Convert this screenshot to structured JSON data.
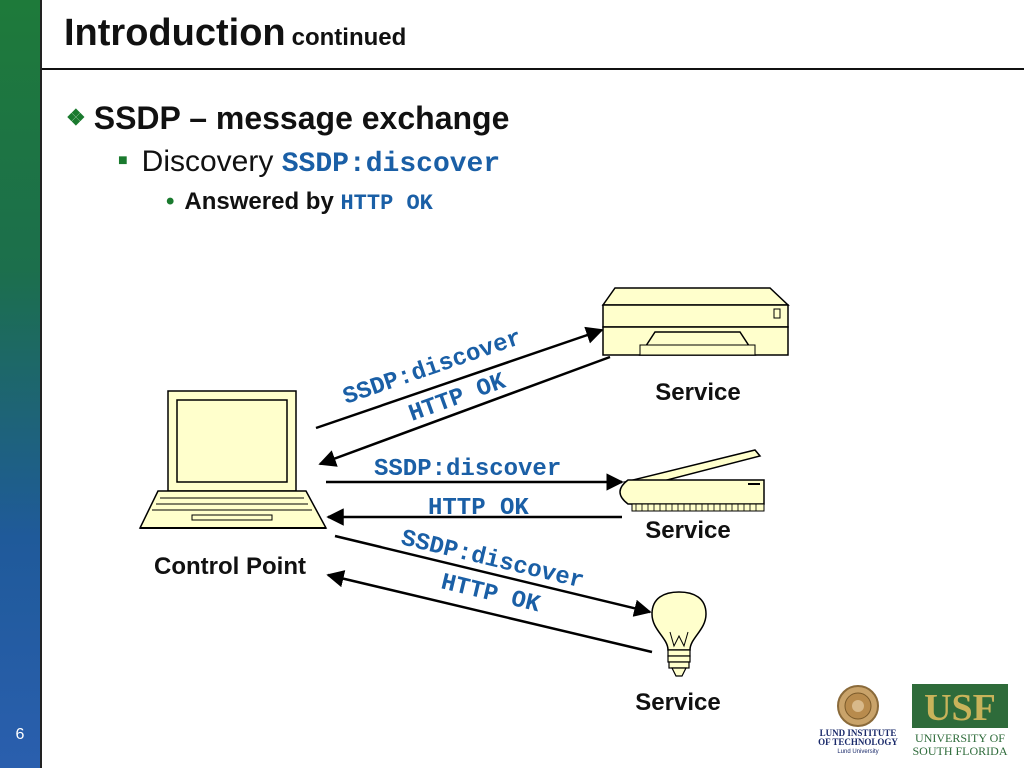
{
  "slide": {
    "title": "Introduction",
    "subtitle": "continued",
    "page_number": "6"
  },
  "bullets": {
    "level1": "SSDP – message exchange",
    "level2_text": "Discovery",
    "level2_code": "SSDP:discover",
    "level3_text": "Answered by",
    "level3_code": "HTTP OK"
  },
  "diagram": {
    "control_point_label": "Control Point",
    "service_labels": [
      "Service",
      "Service",
      "Service"
    ],
    "messages": {
      "printer_request": "SSDP:discover",
      "printer_response": "HTTP OK",
      "scanner_request": "SSDP:discover",
      "scanner_response": "HTTP OK",
      "bulb_request": "SSDP:discover",
      "bulb_response": "HTTP OK"
    }
  },
  "logos": {
    "lund_line1": "LUND INSTITUTE",
    "lund_line2": "OF TECHNOLOGY",
    "lund_line3": "Lund University",
    "usf_mark": "USF",
    "usf_line1": "UNIVERSITY OF",
    "usf_line2": "SOUTH FLORIDA"
  },
  "colors": {
    "accent_green": "#1a7a2e",
    "code_blue": "#1a5fa6",
    "usf_green": "#2e6b3a",
    "usf_gold": "#c8b35a"
  }
}
